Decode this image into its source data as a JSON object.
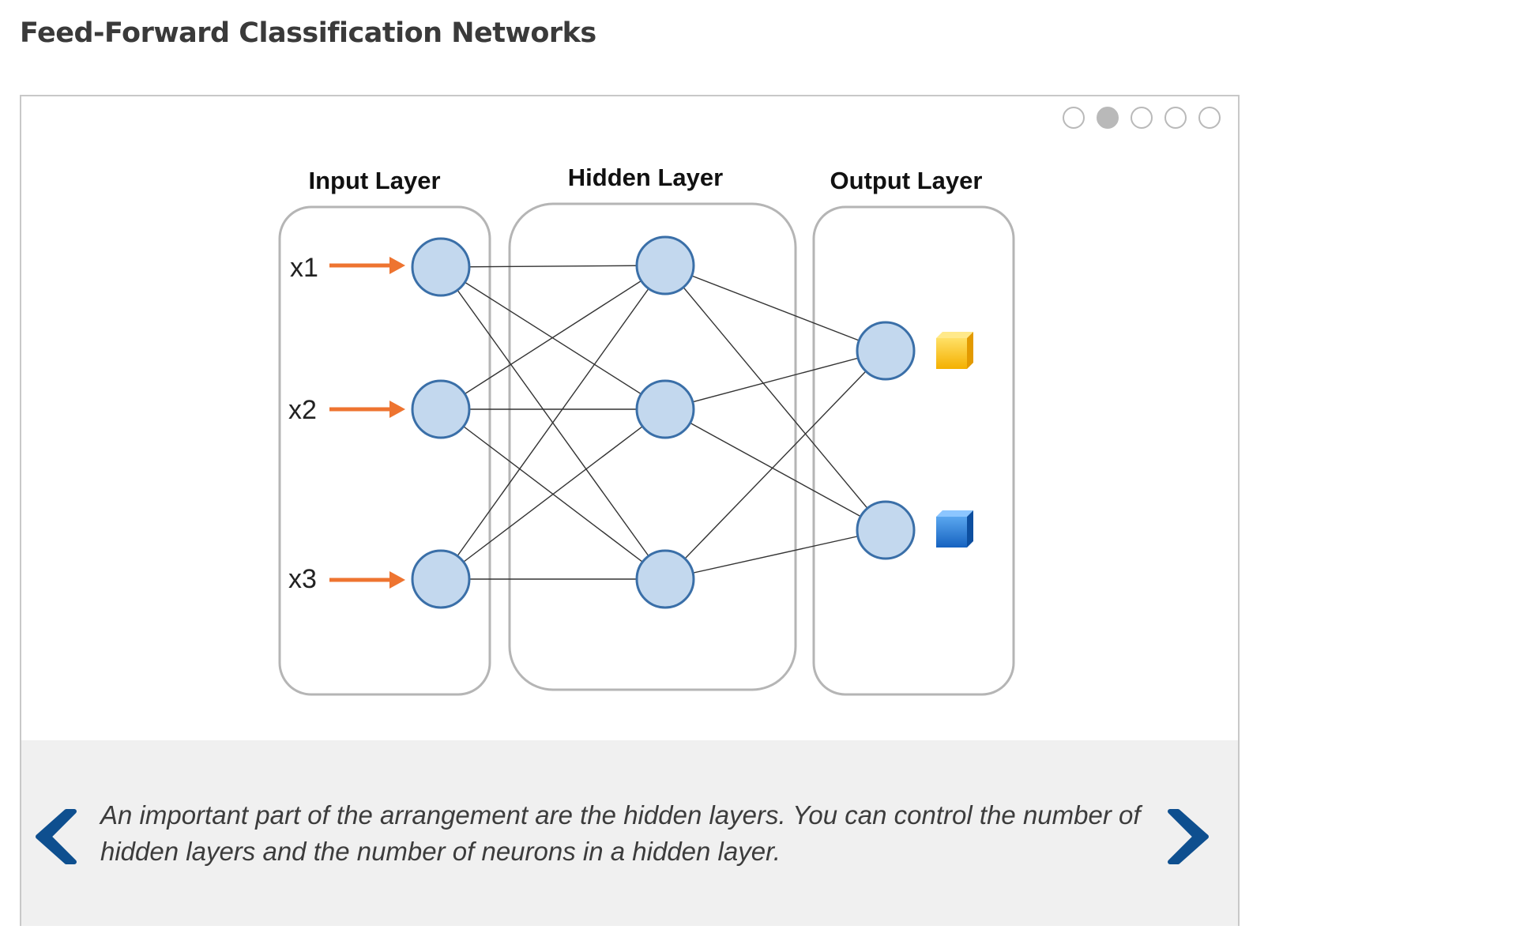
{
  "page": {
    "title": "Feed-Forward Classification Networks"
  },
  "carousel": {
    "slide_count": 5,
    "active_index": 1,
    "prev_icon": "chevron-left-icon",
    "next_icon": "chevron-right-icon",
    "accent_color": "#0e4f8f"
  },
  "diagram": {
    "layers": [
      {
        "label": "Input Layer"
      },
      {
        "label": "Hidden Layer"
      },
      {
        "label": "Output Layer"
      }
    ],
    "inputs": [
      {
        "label": "x1"
      },
      {
        "label": "x2"
      },
      {
        "label": "x3"
      }
    ],
    "outputs": [
      {
        "icon": "yellow-cube-icon",
        "color": "#f5b800"
      },
      {
        "icon": "blue-cube-icon",
        "color": "#1f72d0"
      }
    ],
    "node_fill": "#c3d8ee",
    "node_stroke": "#3a6fa8",
    "arrow_color": "#ee7430"
  },
  "caption": {
    "text": "An important part of the arrangement are the hidden layers. You can control the number of hidden layers and the number of neurons in a hidden layer."
  }
}
